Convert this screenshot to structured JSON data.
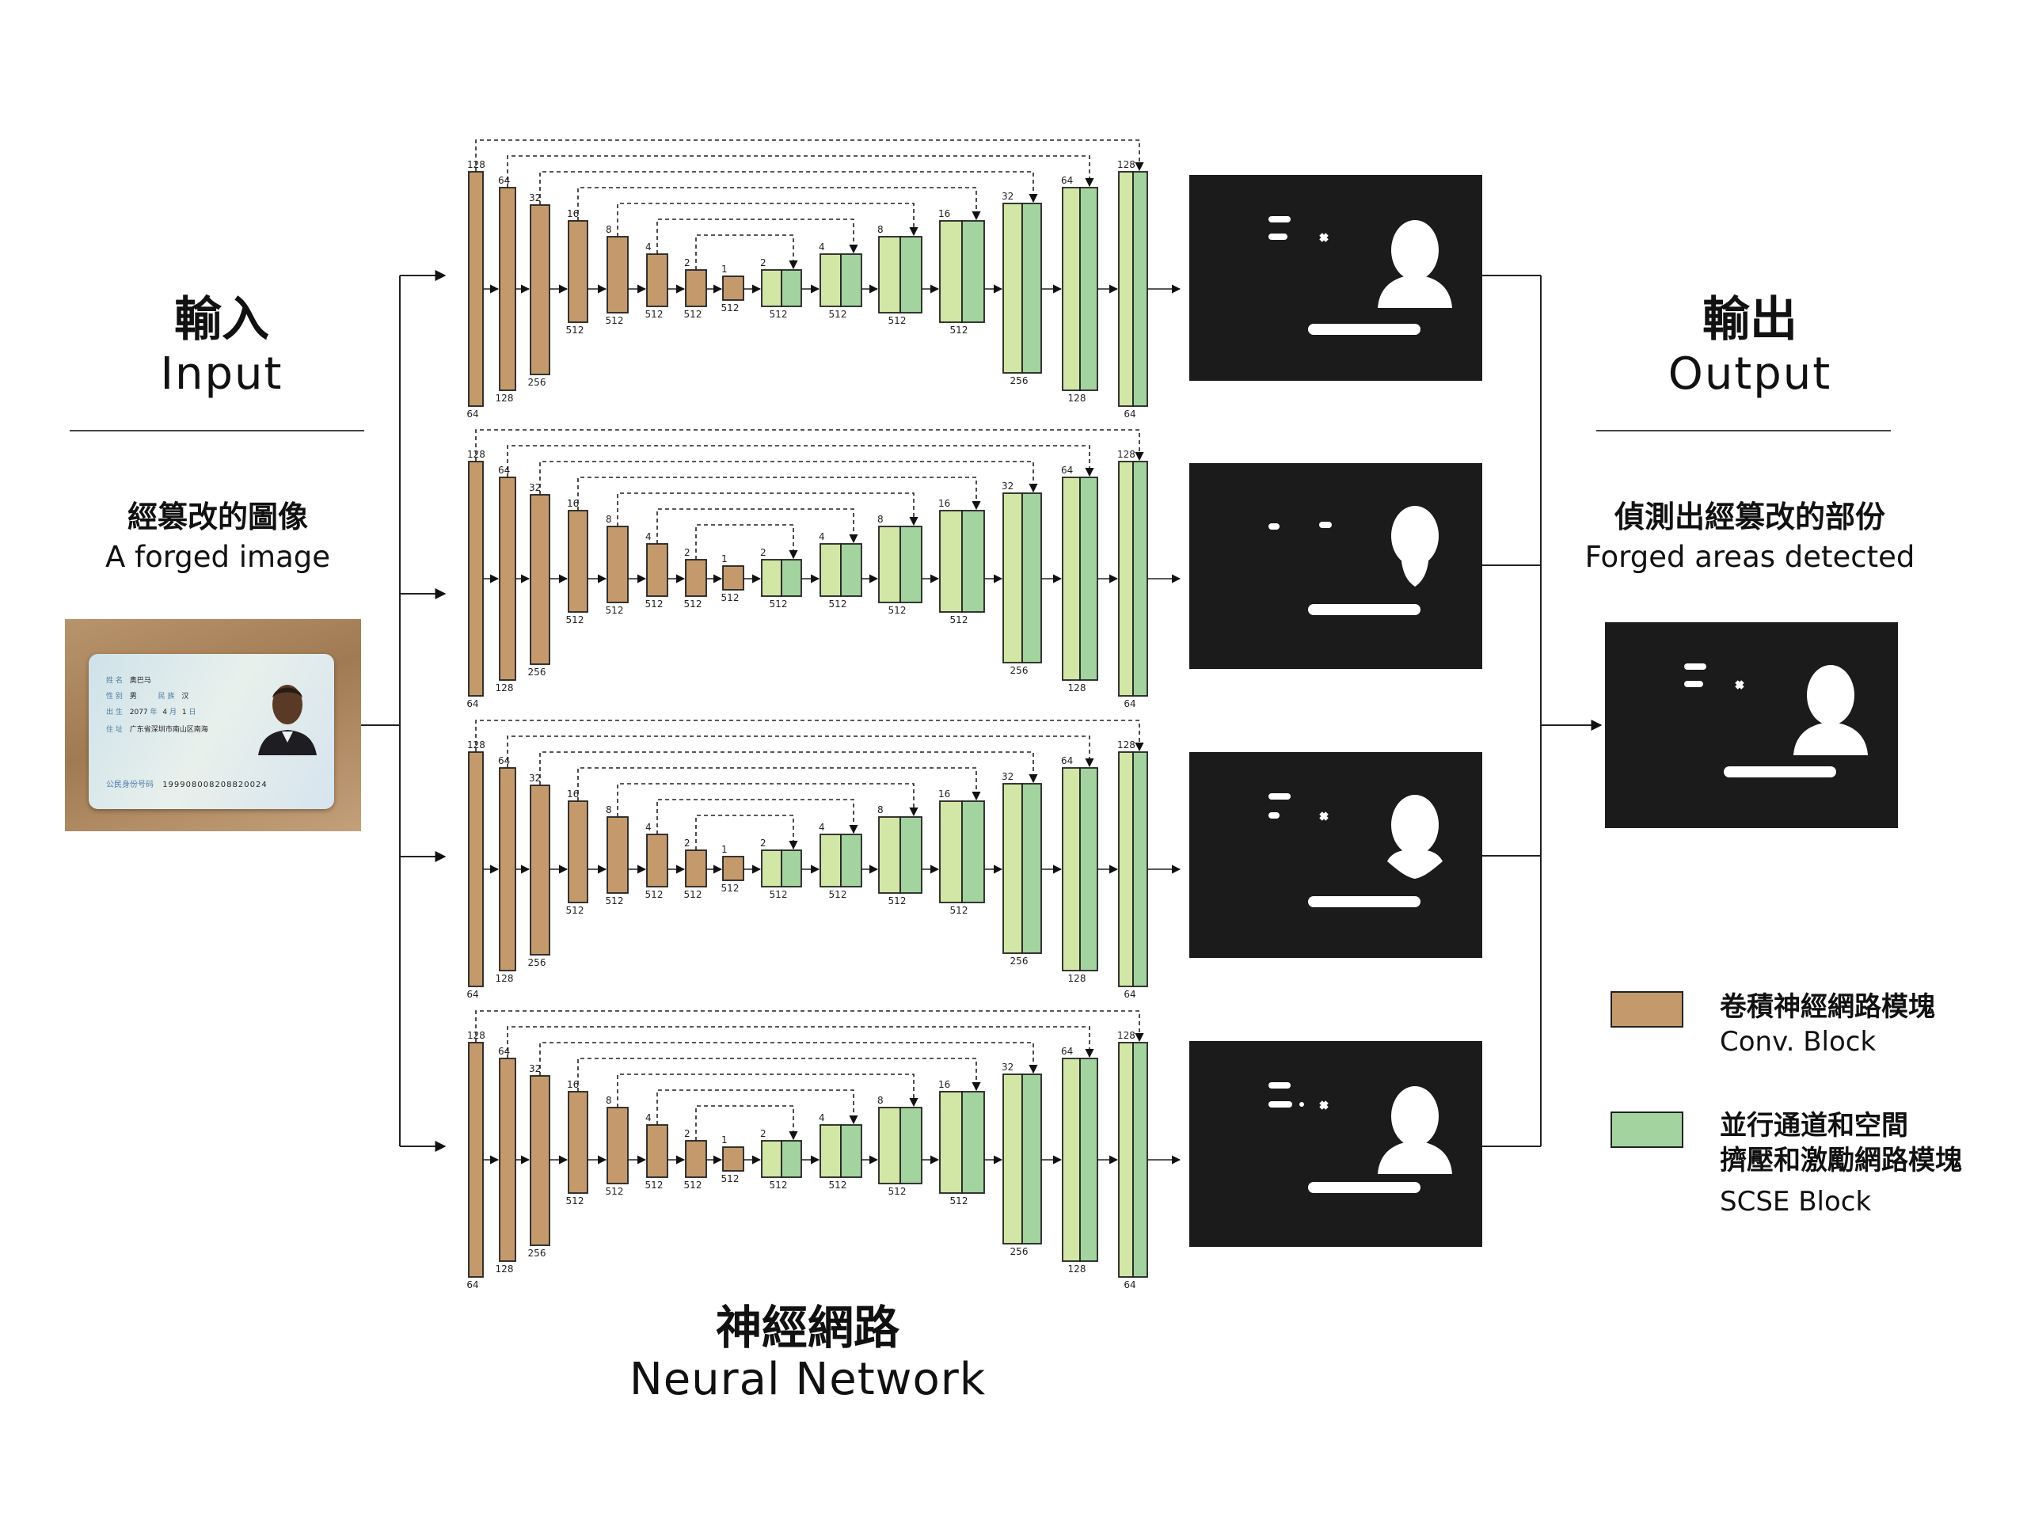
{
  "input": {
    "heading_zh": "輸入",
    "heading_en": "Input",
    "caption_zh": "經篡改的圖像",
    "caption_en": "A forged image",
    "id_card": {
      "name_label": "姓 名",
      "name_value": "奥巴马",
      "sex_label": "性 别",
      "sex_value": "男",
      "ethnic_label": "民 族",
      "ethnic_value": "汉",
      "birth_label": "出 生",
      "birth_year": "2077",
      "birth_month": "4",
      "birth_day": "1",
      "year_unit": "年",
      "month_unit": "月",
      "day_unit": "日",
      "address_label": "住 址",
      "address_value": "广东省深圳市南山区南海",
      "id_label": "公民身份号码",
      "id_value": "199908008208820024"
    }
  },
  "network": {
    "label_zh": "神經網路",
    "label_en": "Neural Network",
    "rows": 4,
    "blocks": [
      {
        "type": "conv",
        "size_label": "128",
        "channel_label": "64"
      },
      {
        "type": "conv",
        "size_label": "64",
        "channel_label": "128"
      },
      {
        "type": "conv",
        "size_label": "32",
        "channel_label": "256"
      },
      {
        "type": "conv",
        "size_label": "16",
        "channel_label": "512"
      },
      {
        "type": "conv",
        "size_label": "8",
        "channel_label": "512"
      },
      {
        "type": "conv",
        "size_label": "4",
        "channel_label": "512"
      },
      {
        "type": "conv",
        "size_label": "2",
        "channel_label": "512"
      },
      {
        "type": "conv",
        "size_label": "1",
        "channel_label": "512"
      },
      {
        "type": "scse",
        "size_label": "2",
        "channel_label": "512"
      },
      {
        "type": "scse",
        "size_label": "4",
        "channel_label": "512"
      },
      {
        "type": "scse",
        "size_label": "8",
        "channel_label": "512"
      },
      {
        "type": "scse",
        "size_label": "16",
        "channel_label": "512"
      },
      {
        "type": "scse",
        "size_label": "32",
        "channel_label": "256"
      },
      {
        "type": "scse",
        "size_label": "64",
        "channel_label": "128"
      },
      {
        "type": "scse",
        "size_label": "128",
        "channel_label": "64"
      }
    ]
  },
  "output": {
    "heading_zh": "輸出",
    "heading_en": "Output",
    "caption_zh": "偵測出經篡改的部份",
    "caption_en": "Forged areas detected"
  },
  "legend": {
    "conv_zh": "卷積神經網路模塊",
    "conv_en": "Conv. Block",
    "scse_zh_line1": "並行通道和空間",
    "scse_zh_line2": "擠壓和激勵網路模塊",
    "scse_en": "SCSE Block"
  },
  "colors": {
    "conv": "#c49a6c",
    "scse_light": "#d2e6a6",
    "scse_dark": "#a3d39f",
    "mask_bg": "#1b1b1b",
    "mask_fg": "#ffffff"
  }
}
